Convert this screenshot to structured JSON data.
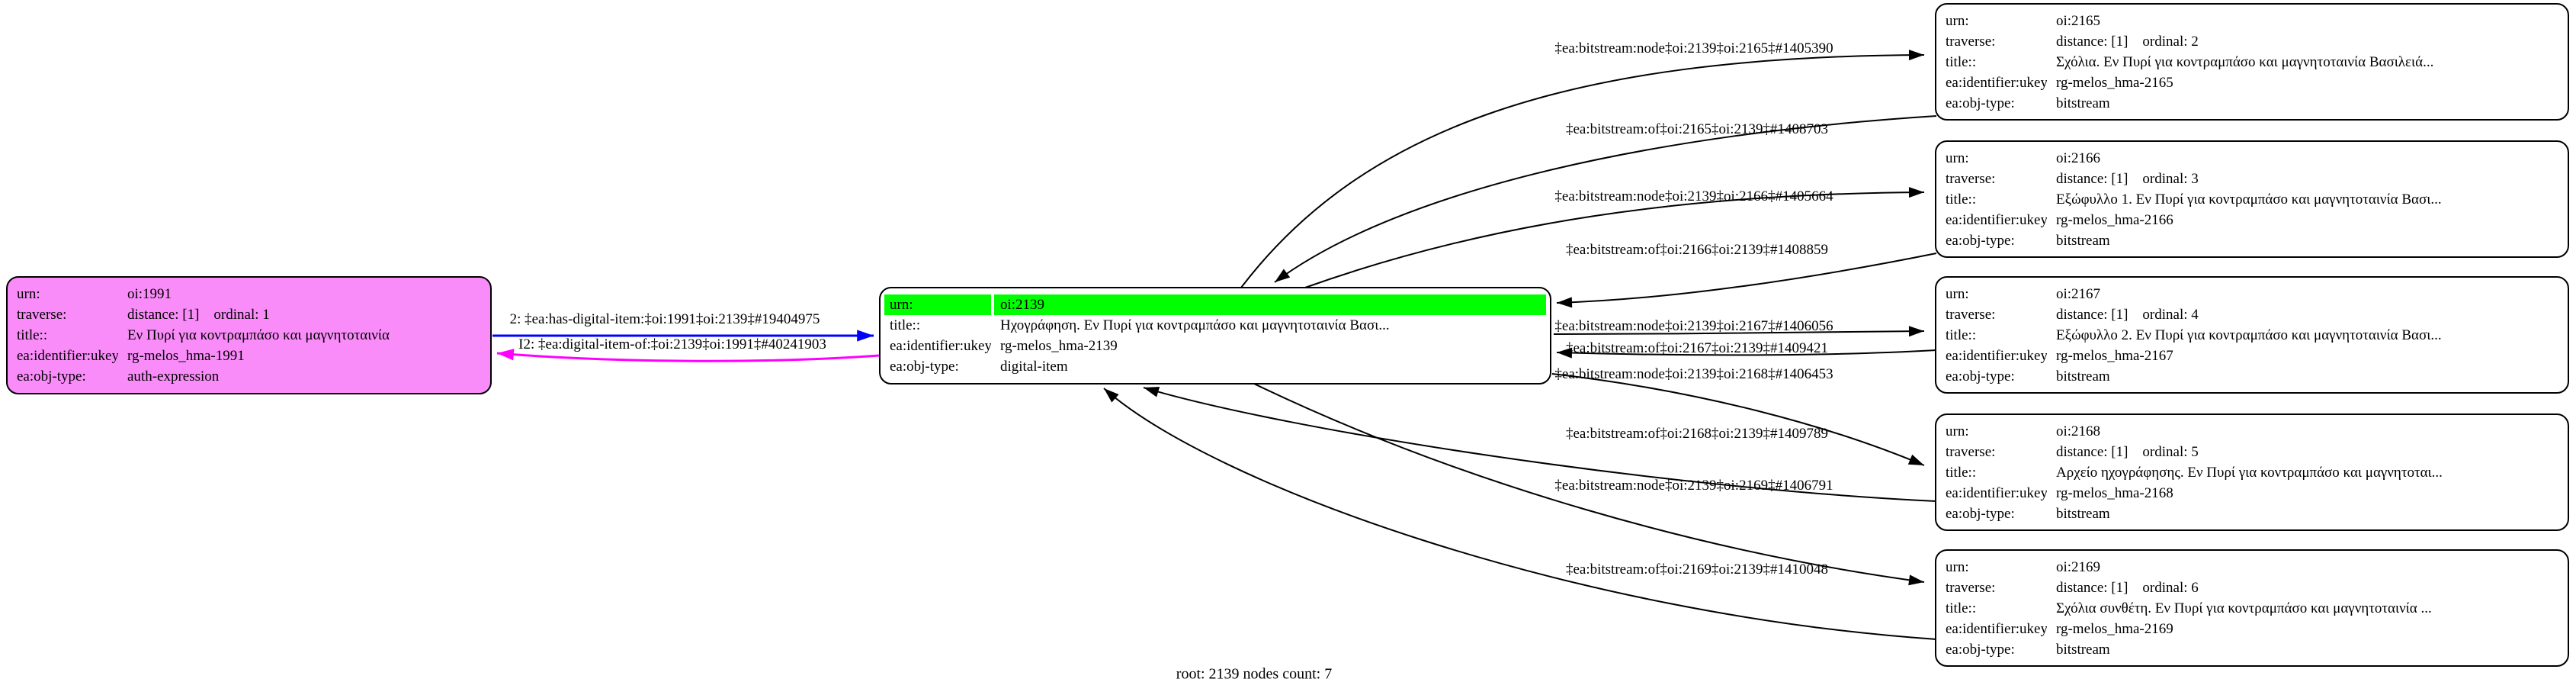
{
  "graph": {
    "caption": "root: 2139 nodes count: 7",
    "colors": {
      "focus_node_fill": "#f98cf9",
      "highlight_row_fill": "#00ff00",
      "forward_edge": "#0000ff",
      "inverse_edge": "#ff00ff",
      "edge_default": "#000000",
      "node_border": "#000000"
    }
  },
  "nodes": {
    "left": {
      "urn": "oi:1991",
      "rows": [
        {
          "key": "urn:",
          "value": "oi:1991"
        },
        {
          "key": "traverse:",
          "value": "distance: [1]    ordinal: 1"
        },
        {
          "key": "title::",
          "value": "Εν Πυρί για κοντραμπάσο και μαγνητοταινία"
        },
        {
          "key": "ea:identifier:ukey",
          "value": "rg-melos_hma-1991"
        },
        {
          "key": "ea:obj-type:",
          "value": "auth-expression"
        }
      ]
    },
    "center": {
      "urn": "oi:2139",
      "rows": [
        {
          "key": "urn:",
          "value": "oi:2139"
        },
        {
          "key": "title::",
          "value": "Ηχογράφηση. Εν Πυρί για κοντραμπάσο και μαγνητοταινία Βασι..."
        },
        {
          "key": "ea:identifier:ukey",
          "value": "rg-melos_hma-2139"
        },
        {
          "key": "ea:obj-type:",
          "value": "digital-item"
        }
      ]
    },
    "right": [
      {
        "urn": "oi:2165",
        "rows": [
          {
            "key": "urn:",
            "value": "oi:2165"
          },
          {
            "key": "traverse:",
            "value": "distance: [1]    ordinal: 2"
          },
          {
            "key": "title::",
            "value": "Σχόλια. Εν Πυρί για κοντραμπάσο και μαγνητοταινία Βασιλειά..."
          },
          {
            "key": "ea:identifier:ukey",
            "value": "rg-melos_hma-2165"
          },
          {
            "key": "ea:obj-type:",
            "value": "bitstream"
          }
        ]
      },
      {
        "urn": "oi:2166",
        "rows": [
          {
            "key": "urn:",
            "value": "oi:2166"
          },
          {
            "key": "traverse:",
            "value": "distance: [1]    ordinal: 3"
          },
          {
            "key": "title::",
            "value": "Εξώφυλλο 1. Εν Πυρί για κοντραμπάσο και μαγνητοταινία Βασι..."
          },
          {
            "key": "ea:identifier:ukey",
            "value": "rg-melos_hma-2166"
          },
          {
            "key": "ea:obj-type:",
            "value": "bitstream"
          }
        ]
      },
      {
        "urn": "oi:2167",
        "rows": [
          {
            "key": "urn:",
            "value": "oi:2167"
          },
          {
            "key": "traverse:",
            "value": "distance: [1]    ordinal: 4"
          },
          {
            "key": "title::",
            "value": "Εξώφυλλο 2. Εν Πυρί για κοντραμπάσο και μαγνητοταινία Βασι..."
          },
          {
            "key": "ea:identifier:ukey",
            "value": "rg-melos_hma-2167"
          },
          {
            "key": "ea:obj-type:",
            "value": "bitstream"
          }
        ]
      },
      {
        "urn": "oi:2168",
        "rows": [
          {
            "key": "urn:",
            "value": "oi:2168"
          },
          {
            "key": "traverse:",
            "value": "distance: [1]    ordinal: 5"
          },
          {
            "key": "title::",
            "value": "Αρχείο ηχογράφησης. Εν Πυρί για κοντραμπάσο και μαγνητοται..."
          },
          {
            "key": "ea:identifier:ukey",
            "value": "rg-melos_hma-2168"
          },
          {
            "key": "ea:obj-type:",
            "value": "bitstream"
          }
        ]
      },
      {
        "urn": "oi:2169",
        "rows": [
          {
            "key": "urn:",
            "value": "oi:2169"
          },
          {
            "key": "traverse:",
            "value": "distance: [1]    ordinal: 6"
          },
          {
            "key": "title::",
            "value": "Σχόλια συνθέτη. Εν Πυρί για κοντραμπάσο και μαγνητοταινία ..."
          },
          {
            "key": "ea:identifier:ukey",
            "value": "rg-melos_hma-2169"
          },
          {
            "key": "ea:obj-type:",
            "value": "bitstream"
          }
        ]
      }
    ]
  },
  "edges": {
    "left": [
      {
        "label": "2: ‡ea:has-digital-item:‡oi:1991‡oi:2139‡#19404975",
        "direction": "forward"
      },
      {
        "label": "I2: ‡ea:digital-item-of:‡oi:2139‡oi:1991‡#40241903",
        "direction": "inverse"
      }
    ],
    "right": [
      {
        "label": "‡ea:bitstream:node‡oi:2139‡oi:2165‡#1405390"
      },
      {
        "label": "‡ea:bitstream:of‡oi:2165‡oi:2139‡#1408703"
      },
      {
        "label": "‡ea:bitstream:node‡oi:2139‡oi:2166‡#1405664"
      },
      {
        "label": "‡ea:bitstream:of‡oi:2166‡oi:2139‡#1408859"
      },
      {
        "label": "‡ea:bitstream:node‡oi:2139‡oi:2167‡#1406056"
      },
      {
        "label": "‡ea:bitstream:of‡oi:2167‡oi:2139‡#1409421"
      },
      {
        "label": "‡ea:bitstream:node‡oi:2139‡oi:2168‡#1406453"
      },
      {
        "label": "‡ea:bitstream:of‡oi:2168‡oi:2139‡#1409789"
      },
      {
        "label": "‡ea:bitstream:node‡oi:2139‡oi:2169‡#1406791"
      },
      {
        "label": "‡ea:bitstream:of‡oi:2169‡oi:2139‡#1410048"
      }
    ]
  }
}
